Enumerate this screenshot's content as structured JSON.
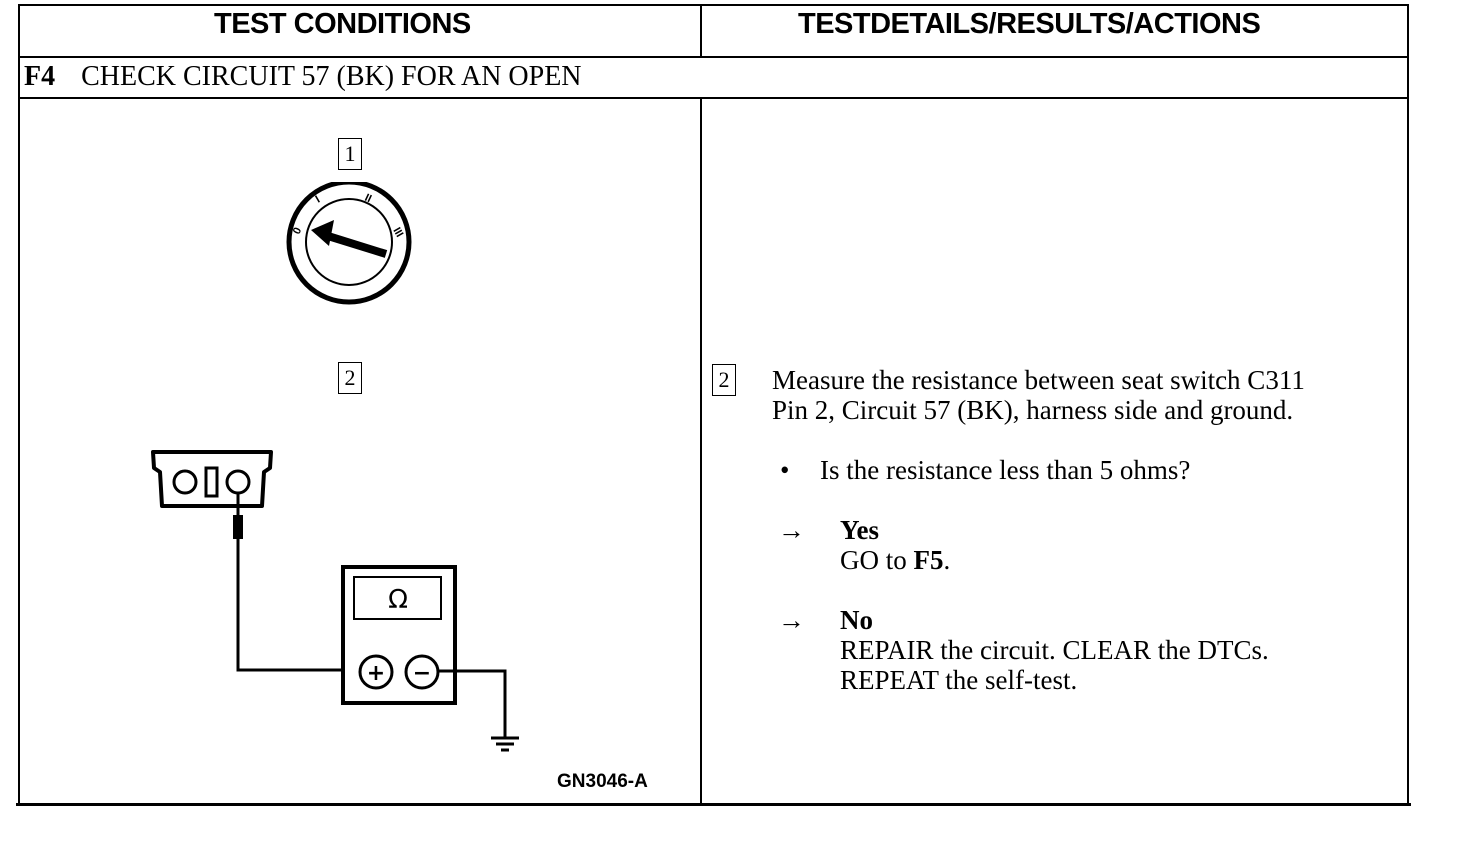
{
  "header": {
    "left": "TEST CONDITIONS",
    "right": "TESTDETAILS/RESULTS/ACTIONS"
  },
  "step": {
    "id": "F4",
    "title": "CHECK CIRCUIT 57 (BK) FOR AN OPEN"
  },
  "conditions": {
    "callout_1": "1",
    "callout_2": "2",
    "ignition_positions": [
      "0",
      "I",
      "II",
      "III"
    ],
    "meter_symbol": "Ω",
    "meter_pos": "+",
    "meter_neg": "−",
    "figure_id": "GN3046-A"
  },
  "details": {
    "callout": "2",
    "instruction_line1": "Measure the resistance between seat switch C311",
    "instruction_line2": "Pin 2, Circuit 57 (BK), harness side and ground.",
    "bullet": "•",
    "question": "Is the resistance less than 5 ohms?",
    "arrow": "→",
    "yes_label": "Yes",
    "yes_prefix": "GO to ",
    "yes_target": "F5",
    "yes_suffix": ".",
    "no_label": "No",
    "no_line1": "REPAIR the circuit. CLEAR the DTCs.",
    "no_line2": "REPEAT the self-test."
  }
}
